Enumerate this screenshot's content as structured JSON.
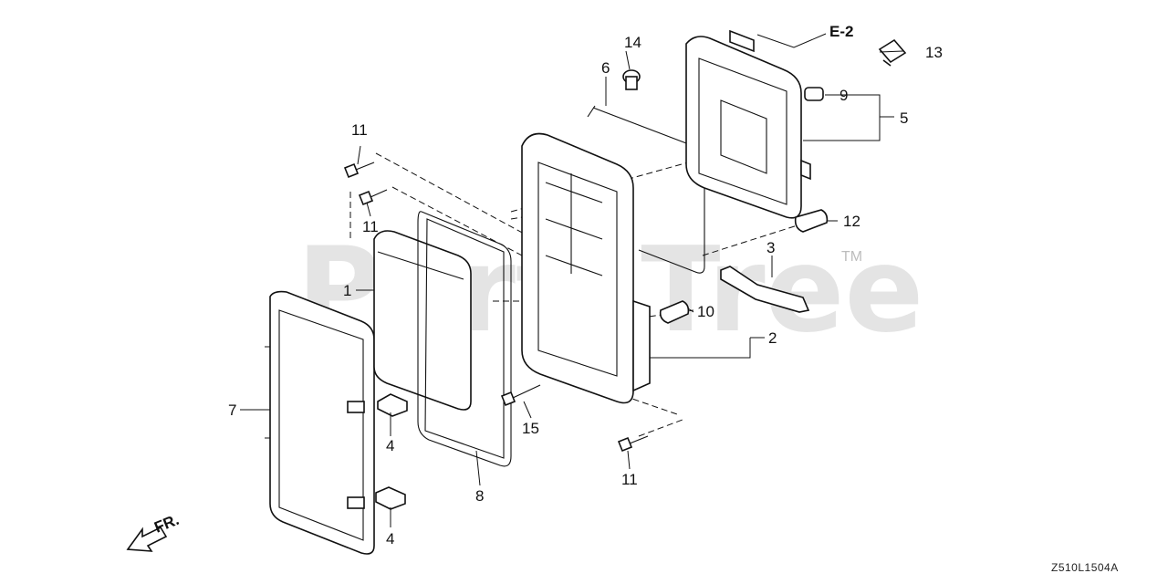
{
  "diagram": {
    "watermark": "PartsTree",
    "trademark": "TM",
    "section_ref": "E-2",
    "direction_label": "FR.",
    "drawing_code": "Z510L1504A",
    "callouts": [
      "1",
      "2",
      "3",
      "4",
      "4",
      "5",
      "6",
      "7",
      "8",
      "9",
      "10",
      "11",
      "11",
      "11",
      "12",
      "13",
      "14",
      "15"
    ]
  }
}
